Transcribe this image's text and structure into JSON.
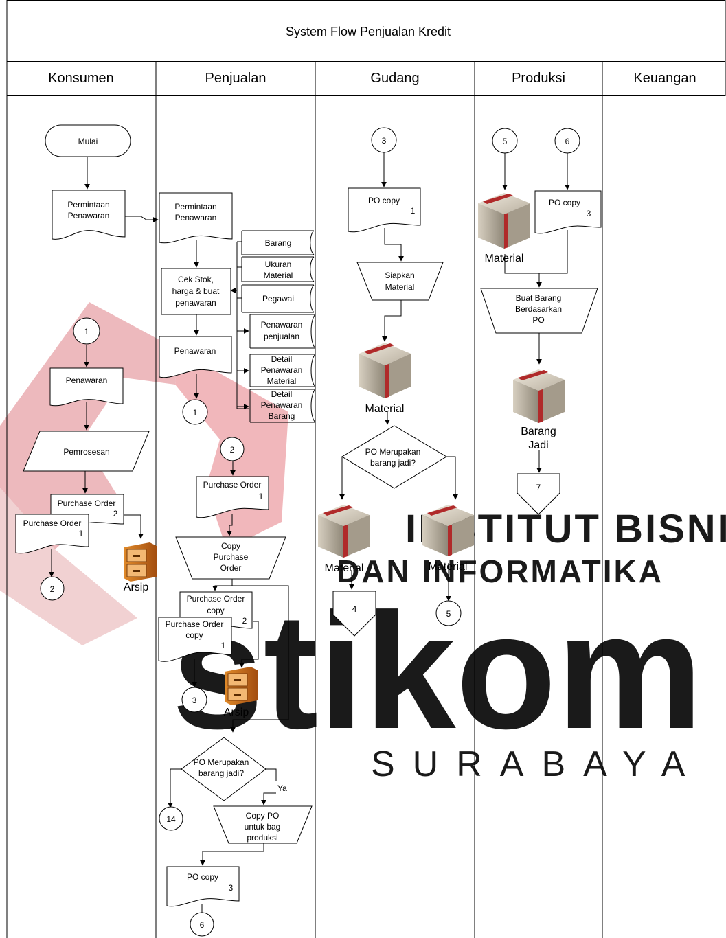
{
  "title": "System Flow Penjualan Kredit",
  "lanes": [
    "Konsumen",
    "Penjualan",
    "Gudang",
    "Produksi",
    "Keuangan"
  ],
  "watermark": {
    "line1": "INSTITUT BISNIS",
    "line2": "DAN INFORMATIKA",
    "logo": "stikom",
    "city": "SURABAYA",
    "color": "#d9434b"
  },
  "konsumen": {
    "start": "Mulai",
    "doc_permintaan": [
      "Permintaan",
      "Penawaran"
    ],
    "conn_1": "1",
    "doc_penawaran": "Penawaran",
    "process_pemrosesan": "Pemrosesan",
    "po_copy2": {
      "label": "Purchase Order",
      "num": "2"
    },
    "po_copy1": {
      "label": "Purchase Order",
      "num": "1"
    },
    "conn_2": "2",
    "arsip": "Arsip"
  },
  "penjualan": {
    "doc_permintaan": [
      "Permintaan",
      "Penawaran"
    ],
    "process_cek": [
      "Cek Stok,",
      "harga & buat",
      "penawaran"
    ],
    "db_barang": "Barang",
    "db_ukuran": [
      "Ukuran",
      "Material"
    ],
    "db_pegawai": "Pegawai",
    "db_penawaran_penjualan": [
      "Penawaran",
      "penjualan"
    ],
    "db_detail_material": [
      "Detail",
      "Penawaran",
      "Material"
    ],
    "db_detail_barang": [
      "Detail",
      "Penawaran",
      "Barang"
    ],
    "doc_penawaran": "Penawaran",
    "conn_1": "1",
    "conn_2": "2",
    "doc_po": {
      "label": "Purchase Order",
      "num": "1"
    },
    "manual_copy": [
      "Copy",
      "Purchase",
      "Order"
    ],
    "po_copy2": {
      "label": [
        "Purchase Order",
        "copy"
      ],
      "num": "2"
    },
    "po_copy1": {
      "label": [
        "Purchase Order",
        "copy"
      ],
      "num": "1"
    },
    "conn_3": "3",
    "arsip": "Arsip",
    "decision": [
      "PO Merupakan",
      "barang jadi?"
    ],
    "yes_label": "Ya",
    "conn_14": "14",
    "manual_copy_po": [
      "Copy PO",
      "untuk bag",
      "produksi"
    ],
    "doc_po_copy": {
      "label": "PO copy",
      "num": "3"
    },
    "conn_6": "6"
  },
  "gudang": {
    "conn_3": "3",
    "doc_po_copy": {
      "label": "PO copy",
      "num": "1"
    },
    "manual_siapkan": [
      "Siapkan",
      "Material"
    ],
    "material_label": "Material",
    "decision": [
      "PO Merupakan",
      "barang jadi?"
    ],
    "material_left": "Material",
    "material_right": "Material",
    "offpage_4": "4",
    "conn_5": "5"
  },
  "produksi": {
    "conn_5": "5",
    "conn_6": "6",
    "material_label": "Material",
    "doc_po_copy": {
      "label": "PO copy",
      "num": "3"
    },
    "manual_buat": [
      "Buat Barang",
      "Berdasarkan",
      "PO"
    ],
    "barang_jadi": [
      "Barang",
      "Jadi"
    ],
    "offpage_7": "7"
  }
}
